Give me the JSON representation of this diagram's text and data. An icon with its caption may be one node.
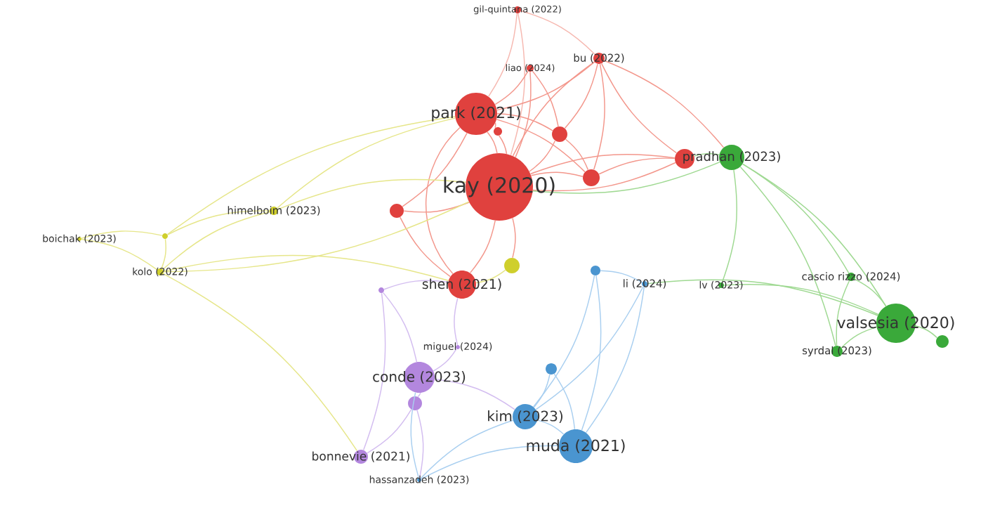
{
  "diagram": {
    "nodes": [
      {
        "text": [
          "gil‐quintana (2022)"
        ]
      },
      {
        "text": [
          "liao (2024)"
        ]
      },
      {
        "text": [
          "bu (2022)"
        ]
      },
      {
        "text": [
          "park (2021)"
        ]
      },
      {
        "text": [],
        "shape": "circle"
      },
      {
        "text": [],
        "shape": "circle"
      },
      {
        "text": [],
        "shape": "circle"
      },
      {
        "text": [
          "pradhan (2023)"
        ]
      },
      {
        "text": [
          "kay (2020)"
        ]
      },
      {
        "text": [],
        "shape": "circle"
      },
      {
        "text": [
          "himelboim (2023)"
        ]
      },
      {
        "text": [],
        "shape": "circle"
      },
      {
        "text": [
          "boichak (2023)"
        ]
      },
      {
        "text": [],
        "shape": "circle"
      },
      {
        "text": [
          "kolo (2022)"
        ]
      },
      {
        "text": [],
        "shape": "circle"
      },
      {
        "text": [],
        "shape": "circle"
      },
      {
        "text": [
          "li (2024)"
        ]
      },
      {
        "text": [
          "lv (2023)"
        ]
      },
      {
        "text": [
          "cascio rizzo (2024)"
        ]
      },
      {
        "text": [
          "shen (2021)"
        ]
      },
      {
        "text": [],
        "shape": "circle"
      },
      {
        "text": [
          "valsesia (2020)"
        ]
      },
      {
        "text": [],
        "shape": "circle"
      },
      {
        "text": [
          "miguel (2024)"
        ]
      },
      {
        "text": [
          "syrdal (2023)"
        ]
      },
      {
        "text": [
          "conde (2023)"
        ]
      },
      {
        "text": [],
        "shape": "circle"
      },
      {
        "text": [],
        "shape": "circle"
      },
      {
        "text": [
          "kim (2023)"
        ]
      },
      {
        "text": [
          "muda (2021)"
        ]
      },
      {
        "text": [
          "bonnevie (2021)"
        ]
      },
      {
        "text": [
          "hassanzadeh (2023)"
        ]
      }
    ],
    "edges": [
      {
        "from": 0,
        "to": 3,
        "arrow": "none",
        "color": "#f6b8b0"
      },
      {
        "from": 0,
        "to": 8,
        "arrow": "none",
        "color": "#f6b8b0"
      },
      {
        "from": 0,
        "to": 2,
        "arrow": "none",
        "color": "#f6b8b0"
      },
      {
        "from": 1,
        "to": 3,
        "arrow": "none",
        "color": "#f3978c"
      },
      {
        "from": 1,
        "to": 8,
        "arrow": "none",
        "color": "#f3978c"
      },
      {
        "from": 1,
        "to": 5,
        "arrow": "none",
        "color": "#f3978c"
      },
      {
        "from": 2,
        "to": 3,
        "arrow": "none",
        "color": "#f3978c"
      },
      {
        "from": 2,
        "to": 8,
        "arrow": "none",
        "color": "#f3978c"
      },
      {
        "from": 2,
        "to": 9,
        "arrow": "none",
        "color": "#f3978c"
      },
      {
        "from": 2,
        "to": 5,
        "arrow": "none",
        "color": "#f3978c"
      },
      {
        "from": 2,
        "to": 7,
        "arrow": "none",
        "color": "#f3978c"
      },
      {
        "from": 3,
        "to": 8,
        "arrow": "none",
        "color": "#f3978c"
      },
      {
        "from": 3,
        "to": 4,
        "arrow": "none",
        "color": "#f3978c"
      },
      {
        "from": 3,
        "to": 5,
        "arrow": "none",
        "color": "#f3978c"
      },
      {
        "from": 3,
        "to": 9,
        "arrow": "none",
        "color": "#f3978c"
      },
      {
        "from": 3,
        "to": 11,
        "arrow": "none",
        "color": "#f3978c"
      },
      {
        "from": 3,
        "to": 20,
        "arrow": "none",
        "color": "#f3978c"
      },
      {
        "from": 4,
        "to": 8,
        "arrow": "none",
        "color": "#f3978c"
      },
      {
        "from": 5,
        "to": 8,
        "arrow": "none",
        "color": "#f3978c"
      },
      {
        "from": 5,
        "to": 9,
        "arrow": "none",
        "color": "#f3978c"
      },
      {
        "from": 6,
        "to": 8,
        "arrow": "none",
        "color": "#f3978c"
      },
      {
        "from": 6,
        "to": 2,
        "arrow": "none",
        "color": "#f3978c"
      },
      {
        "from": 8,
        "to": 9,
        "arrow": "none",
        "color": "#f3978c"
      },
      {
        "from": 8,
        "to": 11,
        "arrow": "none",
        "color": "#f3978c"
      },
      {
        "from": 8,
        "to": 20,
        "arrow": "none",
        "color": "#f3978c"
      },
      {
        "from": 8,
        "to": 6,
        "arrow": "none",
        "color": "#f3978c"
      },
      {
        "from": 9,
        "to": 6,
        "arrow": "none",
        "color": "#f3978c"
      },
      {
        "from": 8,
        "to": 15,
        "arrow": "none",
        "color": "#f3978c"
      },
      {
        "from": 20,
        "to": 11,
        "arrow": "none",
        "color": "#f3978c"
      },
      {
        "from": 10,
        "to": 3,
        "arrow": "none",
        "color": "#e6e68a"
      },
      {
        "from": 10,
        "to": 8,
        "arrow": "none",
        "color": "#e6e68a"
      },
      {
        "from": 12,
        "to": 13,
        "arrow": "none",
        "color": "#e6e68a"
      },
      {
        "from": 12,
        "to": 14,
        "arrow": "none",
        "color": "#e6e68a"
      },
      {
        "from": 13,
        "to": 14,
        "arrow": "none",
        "color": "#e6e68a"
      },
      {
        "from": 13,
        "to": 10,
        "arrow": "none",
        "color": "#e6e68a"
      },
      {
        "from": 14,
        "to": 10,
        "arrow": "none",
        "color": "#e6e68a"
      },
      {
        "from": 14,
        "to": 8,
        "arrow": "none",
        "color": "#e6e68a"
      },
      {
        "from": 14,
        "to": 20,
        "arrow": "none",
        "color": "#e6e68a"
      },
      {
        "from": 15,
        "to": 20,
        "arrow": "none",
        "color": "#e6e68a"
      },
      {
        "from": 14,
        "to": 31,
        "arrow": "none",
        "color": "#e6e68a"
      },
      {
        "from": 13,
        "to": 3,
        "arrow": "none",
        "color": "#e6e68a"
      },
      {
        "from": 7,
        "to": 22,
        "arrow": "none",
        "color": "#9fd992"
      },
      {
        "from": 7,
        "to": 25,
        "arrow": "none",
        "color": "#9fd992"
      },
      {
        "from": 7,
        "to": 19,
        "arrow": "none",
        "color": "#9fd992"
      },
      {
        "from": 7,
        "to": 8,
        "arrow": "none",
        "color": "#9fd992"
      },
      {
        "from": 19,
        "to": 22,
        "arrow": "none",
        "color": "#9fd992"
      },
      {
        "from": 22,
        "to": 23,
        "arrow": "none",
        "color": "#9fd992"
      },
      {
        "from": 25,
        "to": 22,
        "arrow": "none",
        "color": "#9fd992"
      },
      {
        "from": 18,
        "to": 22,
        "arrow": "none",
        "color": "#9fd992"
      },
      {
        "from": 7,
        "to": 18,
        "arrow": "none",
        "color": "#9fd992"
      },
      {
        "from": 17,
        "to": 22,
        "arrow": "none",
        "color": "#9fd992"
      },
      {
        "from": 6,
        "to": 7,
        "arrow": "none",
        "color": "#9fd992"
      },
      {
        "from": 25,
        "to": 19,
        "arrow": "none",
        "color": "#9fd992"
      },
      {
        "from": 16,
        "to": 29,
        "arrow": "none",
        "color": "#a9cff0"
      },
      {
        "from": 16,
        "to": 30,
        "arrow": "none",
        "color": "#a9cff0"
      },
      {
        "from": 17,
        "to": 30,
        "arrow": "none",
        "color": "#a9cff0"
      },
      {
        "from": 27,
        "to": 29,
        "arrow": "none",
        "color": "#a9cff0"
      },
      {
        "from": 27,
        "to": 30,
        "arrow": "none",
        "color": "#a9cff0"
      },
      {
        "from": 29,
        "to": 30,
        "arrow": "none",
        "color": "#a9cff0"
      },
      {
        "from": 32,
        "to": 30,
        "arrow": "none",
        "color": "#a9cff0"
      },
      {
        "from": 32,
        "to": 29,
        "arrow": "none",
        "color": "#a9cff0"
      },
      {
        "from": 17,
        "to": 29,
        "arrow": "none",
        "color": "#a9cff0"
      },
      {
        "from": 16,
        "to": 17,
        "arrow": "none",
        "color": "#a9cff0"
      },
      {
        "from": 32,
        "to": 26,
        "arrow": "none",
        "color": "#a9cff0"
      },
      {
        "from": 21,
        "to": 26,
        "arrow": "none",
        "color": "#d3bdf0"
      },
      {
        "from": 26,
        "to": 28,
        "arrow": "none",
        "color": "#d3bdf0"
      },
      {
        "from": 28,
        "to": 31,
        "arrow": "none",
        "color": "#d3bdf0"
      },
      {
        "from": 24,
        "to": 26,
        "arrow": "none",
        "color": "#d3bdf0"
      },
      {
        "from": 21,
        "to": 31,
        "arrow": "none",
        "color": "#d3bdf0"
      },
      {
        "from": 26,
        "to": 29,
        "arrow": "none",
        "color": "#d3bdf0"
      },
      {
        "from": 21,
        "to": 20,
        "arrow": "none",
        "color": "#d3bdf0"
      },
      {
        "from": 28,
        "to": 32,
        "arrow": "none",
        "color": "#d3bdf0"
      },
      {
        "from": 24,
        "to": 20,
        "arrow": "none",
        "color": "#d3bdf0"
      }
    ]
  }
}
